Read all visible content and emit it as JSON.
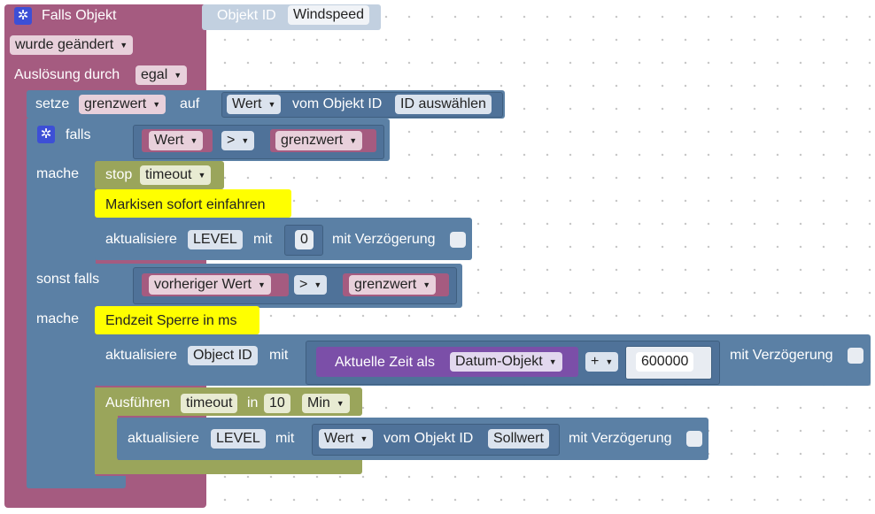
{
  "colors": {
    "event": "#a55b80",
    "logic": "#5b80a5",
    "action": "#9aa55b",
    "comment": "#ffff00",
    "operator": "#7b4fa8"
  },
  "event_block": {
    "title": "Falls Objekt",
    "object_id_label": "Objekt ID",
    "object_id_value": "Windspeed",
    "trigger_option": "wurde geändert",
    "trigger_by_label": "Auslösung durch",
    "trigger_by_value": "egal"
  },
  "set_block": {
    "label_set": "setze",
    "variable": "grenzwert",
    "label_to": "auf",
    "value_option": "Wert",
    "from_object_label": "vom Objekt ID",
    "object_value": "ID auswählen"
  },
  "if_block": {
    "label_if": "falls",
    "label_do": "mache",
    "label_else_if": "sonst falls",
    "label_do2": "mache",
    "condition1": {
      "left": "Wert",
      "operator": ">",
      "right": "grenzwert"
    },
    "condition2": {
      "left": "vorheriger Wert",
      "operator": ">",
      "right": "grenzwert"
    }
  },
  "stop_block": {
    "label": "stop",
    "timer": "timeout"
  },
  "comment1": "Markisen sofort einfahren",
  "update1": {
    "label": "aktualisiere",
    "target": "LEVEL",
    "with_label": "mit",
    "value": "0",
    "delay_label": "mit Verzögerung"
  },
  "comment2": "Endzeit Sperre in ms",
  "update2": {
    "label": "aktualisiere",
    "target": "Object ID",
    "with_label": "mit",
    "time_label": "Aktuelle Zeit als",
    "time_format": "Datum-Objekt",
    "operator": "+",
    "number": "600000",
    "delay_label": "mit Verzögerung"
  },
  "timeout_block": {
    "label": "Ausführen",
    "timer": "timeout",
    "in_label": "in",
    "amount": "10",
    "unit": "Min"
  },
  "update3": {
    "label": "aktualisiere",
    "target": "LEVEL",
    "with_label": "mit",
    "value_option": "Wert",
    "from_object_label": "vom Objekt ID",
    "object_value": "Sollwert",
    "delay_label": "mit Verzögerung"
  }
}
